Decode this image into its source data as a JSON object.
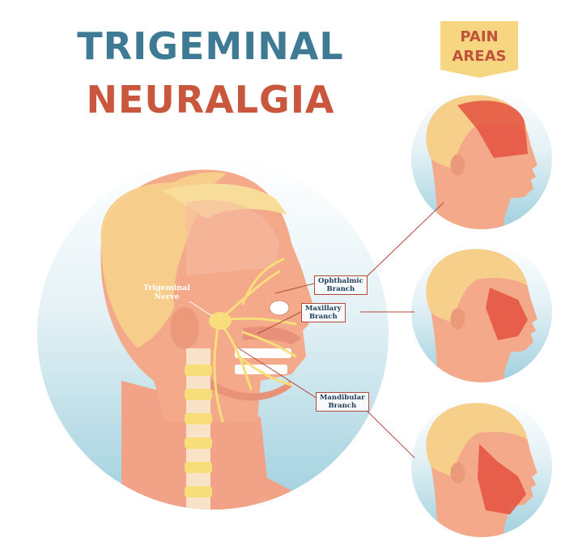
{
  "title": {
    "line1": "TRIGEMINAL",
    "line2": "NEURALGIA"
  },
  "pain_areas": {
    "line1": "PAIN",
    "line2": "AREAS"
  },
  "labels": {
    "nerve_line1": "Trigeminal",
    "nerve_line2": "Nerve",
    "ophthalmic_line1": "Ophthalmic",
    "ophthalmic_line2": "Branch",
    "maxillary_line1": "Maxillary",
    "maxillary_line2": "Branch",
    "mandibular_line1": "Mandibular",
    "mandibular_line2": "Branch"
  },
  "colors": {
    "title_blue": "#3f7a95",
    "title_red": "#c9573d",
    "ribbon": "#f7d681",
    "ribbon_text": "#c0513b",
    "pain": "#e4523e",
    "skin": "#f3a98a",
    "hair": "#f6cf8a",
    "nerve": "#f8de7a",
    "circle_bg": "#cbe6ee",
    "leader": "#b24a3a"
  }
}
